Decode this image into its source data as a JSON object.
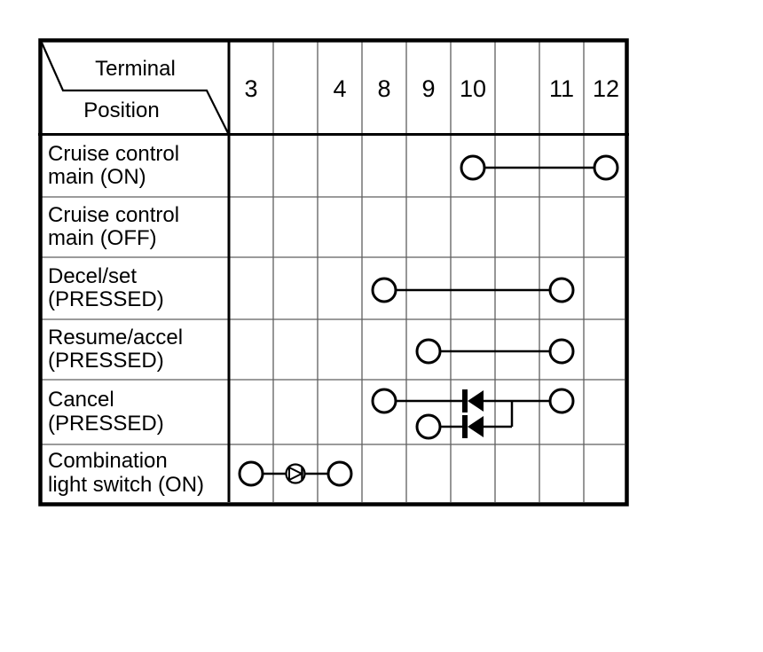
{
  "header": {
    "terminal_label": "Terminal",
    "position_label": "Position"
  },
  "terminals": [
    "3",
    "",
    "4",
    "8",
    "9",
    "10",
    "",
    "11",
    "12"
  ],
  "rows": [
    {
      "label": [
        "Cruise control",
        "main (ON)"
      ]
    },
    {
      "label": [
        "Cruise control",
        "main (OFF)"
      ]
    },
    {
      "label": [
        "Decel/set",
        "(PRESSED)"
      ]
    },
    {
      "label": [
        "Resume/accel",
        "(PRESSED)"
      ]
    },
    {
      "label": [
        "Cancel",
        "(PRESSED)"
      ]
    },
    {
      "label": [
        "Combination",
        "light switch (ON)"
      ]
    }
  ],
  "connections": [
    {
      "row_index": 0,
      "type": "plain",
      "from_terminal": "10",
      "to_terminal": "12"
    },
    {
      "row_index": 2,
      "type": "plain",
      "from_terminal": "8",
      "to_terminal": "11"
    },
    {
      "row_index": 3,
      "type": "plain",
      "from_terminal": "9",
      "to_terminal": "11"
    },
    {
      "row_index": 4,
      "type": "dual_diode",
      "upper_from_terminal": "8",
      "lower_from_terminal": "9",
      "to_terminal": "11",
      "diode_terminal": "10",
      "diode_style": "solid-cathode-left"
    },
    {
      "row_index": 5,
      "type": "inline_circled_diode",
      "from_terminal": "3",
      "to_terminal": "4",
      "diode_style": "outline-cathode-right"
    }
  ],
  "colors": {
    "background": "#ffffff",
    "line": "#000000",
    "grid": "#5f5f5f",
    "text": "#000000"
  }
}
